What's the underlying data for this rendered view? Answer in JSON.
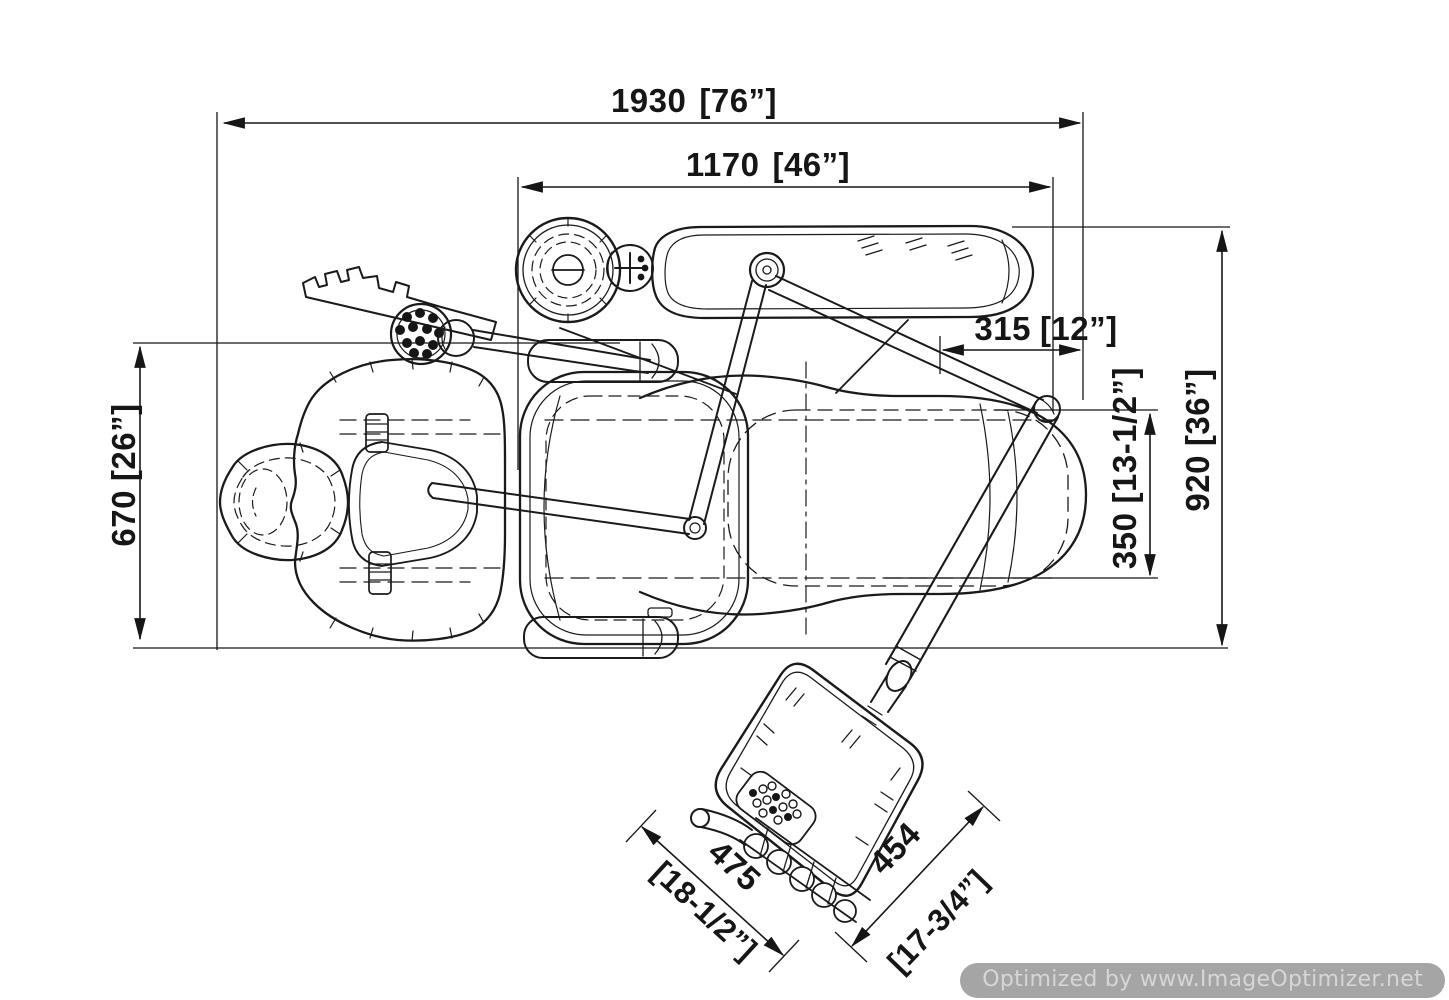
{
  "drawing": {
    "type": "technical-dimension-drawing",
    "subject": "Dental chair with delivery unit — top plan view",
    "metric_units": "mm",
    "imperial_units": "inches"
  },
  "dims": {
    "overall_length": {
      "metric": "1930",
      "imperial": "[76”]"
    },
    "unit_reach": {
      "metric": "1170",
      "imperial": "[46”]"
    },
    "light_offset": {
      "metric": "315",
      "imperial": "[12”]"
    },
    "seat_width": {
      "metric": "350",
      "imperial": "[13-1/2”]"
    },
    "overall_width": {
      "metric": "920",
      "imperial": "[36”]"
    },
    "backrest_width": {
      "metric": "670",
      "imperial": "[26”]"
    },
    "tray_width": {
      "metric": "475",
      "imperial": "[18-1/2”]"
    },
    "tray_depth": {
      "metric": "454",
      "imperial": "[17-3/4”]"
    }
  },
  "watermark": {
    "text": "Optimized by www.ImageOptimizer.net"
  },
  "colors": {
    "line": "#161616",
    "background": "#ffffff",
    "watermark_bg": "#a5a5a5",
    "watermark_text": "#d6d6d6"
  }
}
